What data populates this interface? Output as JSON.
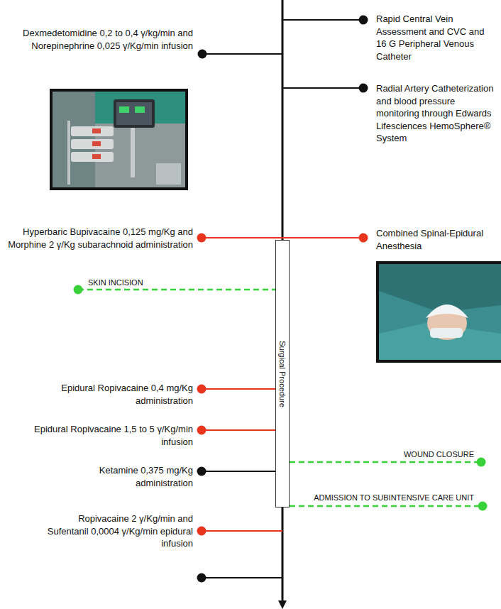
{
  "diagram": {
    "nodes": [
      {
        "text": [
          "Surgical Procedure"
        ]
      }
    ],
    "labels": [
      "Dexmedetomidine 0,2 to 0,4 γ/kg/min and Norepinephrine 0,025 γ/Kg/min infusion",
      "Rapid Central Vein Assessment and CVC and 16 G Peripheral Venous Catheter",
      "Radial Artery Catheterization and blood pressure monitoring through Edwards Lifesciences HemoSphere® System",
      "Hyperbaric Bupivacaine 0,125 mg/Kg and Morphine 2 γ/Kg subarachnoid administration",
      "Combined Spinal-Epidural Anesthesia",
      "SKIN INCISION",
      "Epidural Ropivacaine 0,4 mg/Kg administration",
      "Epidural Ropivacaine 1,5 to 5 γ/Kg/min infusion",
      "WOUND CLOSURE",
      "Ketamine 0,375 mg/Kg administration",
      "ADMISSION TO SUBINTENSIVE CARE UNIT",
      "Ropivacaine 2 γ/Kg/min and Sufentanil 0,0004 γ/Kg/min epidural infusion"
    ]
  }
}
